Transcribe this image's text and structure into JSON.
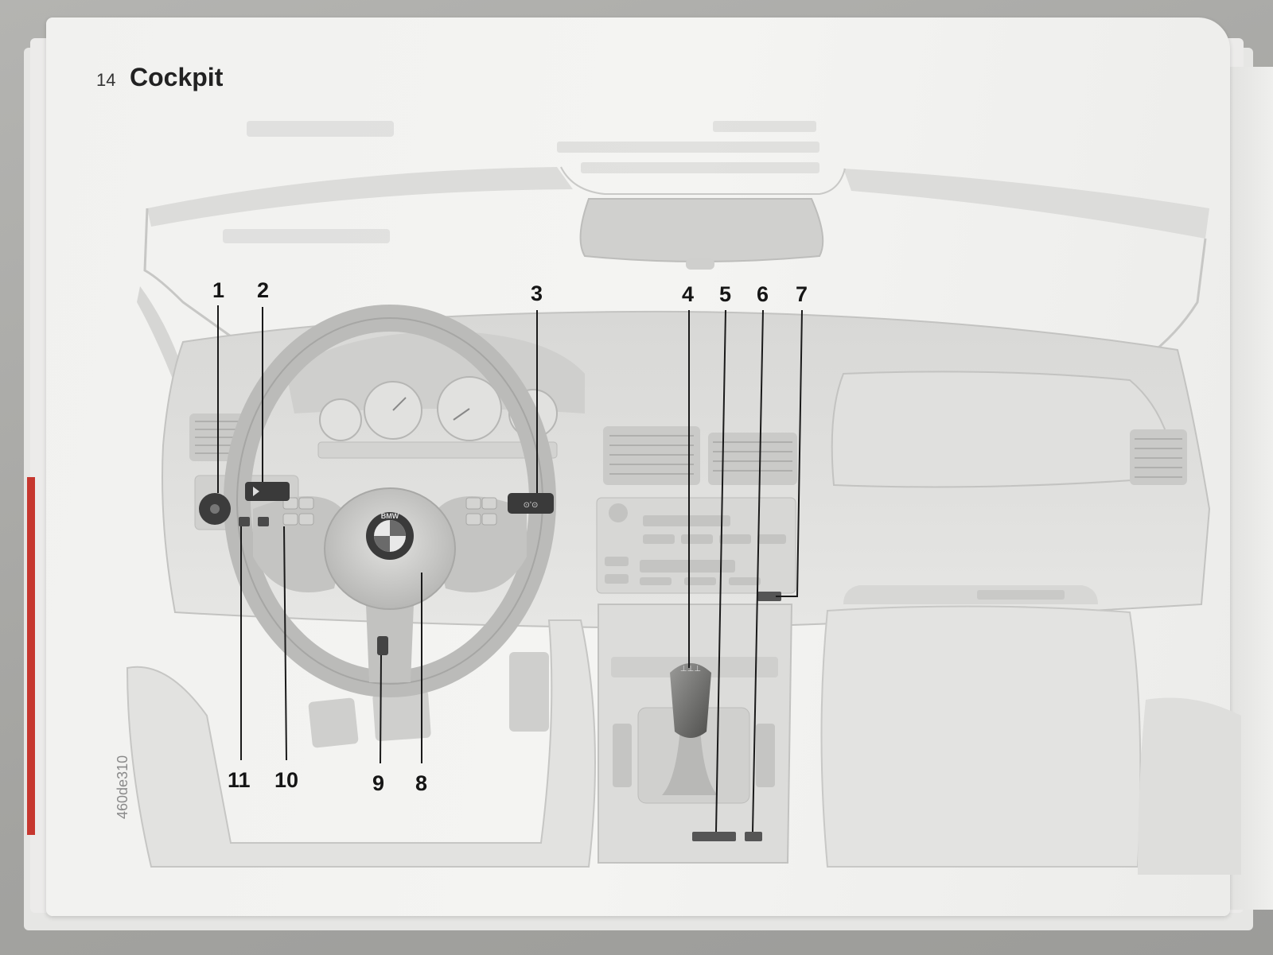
{
  "page": {
    "number": "14",
    "title": "Cockpit",
    "figure_code": "460de310"
  },
  "callouts_top": [
    "1",
    "2",
    "3",
    "4",
    "5",
    "6",
    "7"
  ],
  "callouts_bottom": [
    "11",
    "10",
    "9",
    "8"
  ],
  "steering_logo": "BMW",
  "colors": {
    "page": "#f2f2f0",
    "ink": "#151515",
    "illustration_gray": "#d4d4d2",
    "red_tab": "#c6372f"
  }
}
